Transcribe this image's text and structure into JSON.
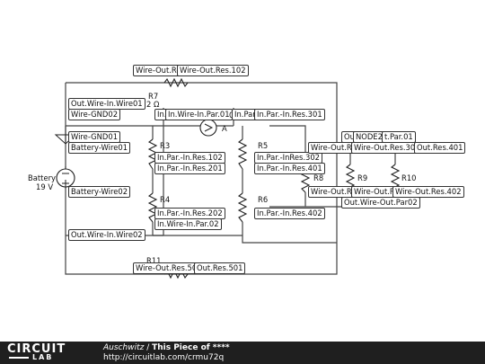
{
  "circuit": {
    "components": {
      "r7": {
        "name": "R7",
        "value": "2 Ω"
      },
      "r3": {
        "name": "R3"
      },
      "r4": {
        "name": "R4"
      },
      "r5": {
        "name": "R5"
      },
      "r6": {
        "name": "R6"
      },
      "r8": {
        "name": "R8"
      },
      "r9": {
        "name": "R9"
      },
      "r10": {
        "name": "R10"
      },
      "r11": {
        "name": "R11"
      },
      "battery": {
        "name": "Battery",
        "value": "19 V"
      },
      "ammeter": {
        "symbol": "A"
      }
    },
    "labels": {
      "wire_out_res": "Wire-Out.Res",
      "wire_out_res102": "Wire-Out.Res.102",
      "out_wire_in_wire01": "Out.Wire-In.Wire01",
      "wire_gnd02": "Wire-GND02",
      "in_par": "In.Par",
      "in_wire_in_par01": "In.Wire-In.Par.01",
      "zero": "0",
      "in_par2": "In.Par",
      "in_par_in_res301": "In.Par.-In.Res.301",
      "wire_gnd01": "Wire-GND01",
      "battery_wire01": "Battery-Wire01",
      "in_par_in_res102": "In.Par.-In.Res.102",
      "in_par_in_res201": "In.Par.-In.Res.201",
      "in_par_inres302": "In.Par.-InRes.302",
      "in_par_in_res401": "In.Par.-In.Res.401",
      "wire_out_re": "Wire-Out.Re",
      "out": "Out",
      "node29": "NODE29",
      "par01": "t.Par.01",
      "wire_out_res301": "Wire-Out.Res.301",
      "out_res401": "Out.Res.401",
      "battery_wire02": "Battery-Wire02",
      "wire_out_res_a": "Wire-Out.Res",
      "wire_out_res_b": "Wire-Out.Res",
      "wire_out_res402": "Wire-Out.Res.402",
      "out_wire_out_par02": "Out.Wire-Out.Par02",
      "in_par_in_res202": "In.Par.-In.Res.202",
      "in_wire_in_par02": "In.Wire-In.Par.02",
      "in_par_in_res402": "In.Par.-In.Res.402",
      "out_wire_in_wire02": "Out.Wire-In.Wire02",
      "wire_out_res502": "Wire-Out.Res.502",
      "out_res501": "Out.Res.501"
    }
  },
  "footer": {
    "logo_top": "CIRCUIT",
    "logo_bottom": "LAB",
    "author": "Auschwitz",
    "separator": " / ",
    "title": "This Piece of ****",
    "url": "http://circuitlab.com/crmu72q"
  }
}
